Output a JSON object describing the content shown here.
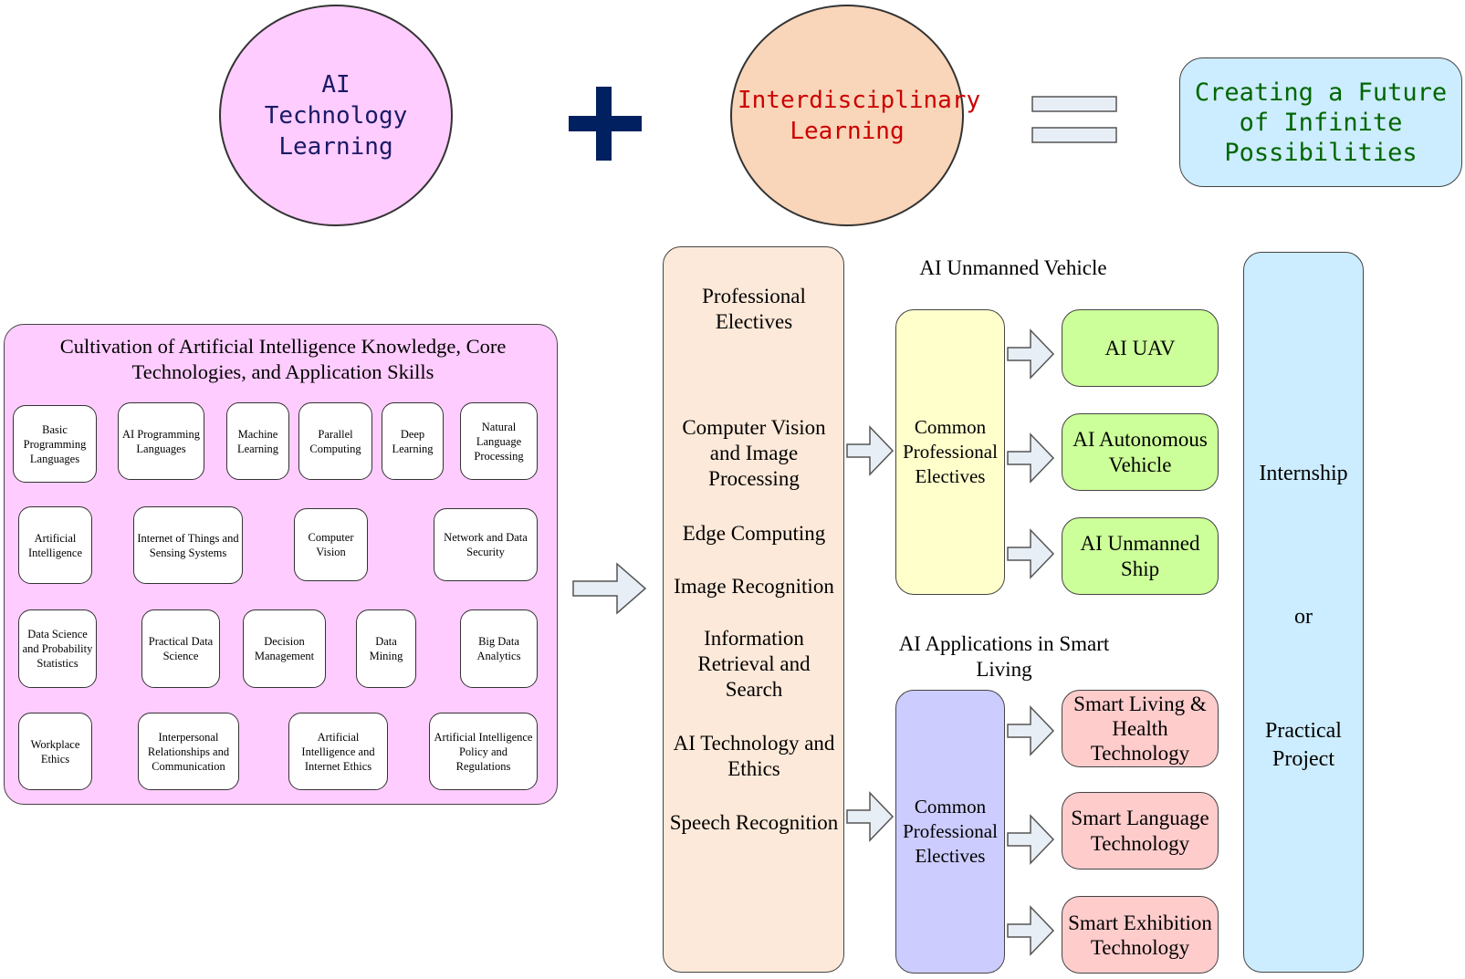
{
  "equation": {
    "circle1": "AI Technology Learning",
    "plus": "+",
    "circle2": "Interdisciplinary Learning",
    "equals": "=",
    "result": "Creating a Future of Infinite Possibilities"
  },
  "core_panel": {
    "title": "Cultivation of Artificial Intelligence Knowledge, Core Technologies, and Application Skills",
    "row1": [
      "Basic Programming Languages",
      "AI Programming Languages",
      "Machine Learning",
      "Parallel Computing",
      "Deep Learning",
      "Natural Language Processing"
    ],
    "row2": [
      "Artificial Intelligence",
      "Internet of Things and Sensing Systems",
      "Computer Vision",
      "Network and Data Security"
    ],
    "row3": [
      "Data Science and Probability Statistics",
      "Practical Data Science",
      "Decision Management",
      "Data Mining",
      "Big Data Analytics"
    ],
    "row4": [
      "Workplace Ethics",
      "Interpersonal Relationships and Communication",
      "Artificial Intelligence and Internet Ethics",
      "Artificial Intelligence Policy and Regulations"
    ]
  },
  "electives": {
    "title": "Professional Electives",
    "items": [
      "Computer Vision and Image Processing",
      "Edge Computing",
      "Image Recognition",
      "Information Retrieval and Search",
      "AI Technology and Ethics",
      "Speech Recognition"
    ]
  },
  "vehicle": {
    "heading": "AI Unmanned Vehicle",
    "common": "Common Professional Electives",
    "items": [
      "AI UAV",
      "AI Autonomous Vehicle",
      "AI Unmanned Ship"
    ]
  },
  "smart": {
    "heading": "AI Applications in Smart Living",
    "common": "Common Professional Electives",
    "items": [
      "Smart Living & Health Technology",
      "Smart Language Technology",
      "Smart Exhibition Technology"
    ]
  },
  "final": {
    "line1": "Internship",
    "line2": "or",
    "line3": "Practical Project"
  },
  "colors": {
    "circle1_fill": "#ffccff",
    "circle1_text": "#1a1a66",
    "circle2_fill": "#f9d5b9",
    "circle2_text": "#cc0000",
    "plus": "#002060",
    "result_fill": "#ccecff",
    "result_text": "#006600",
    "panel_fill": "#ffccff",
    "electives_fill": "#fde9d9",
    "vehicle_common_fill": "#ffffcc",
    "smart_common_fill": "#ccccff",
    "green_box": "#ccff99",
    "pink_box": "#ffcccc",
    "final_fill": "#ccecff",
    "arrow_fill": "#e8eef5"
  }
}
